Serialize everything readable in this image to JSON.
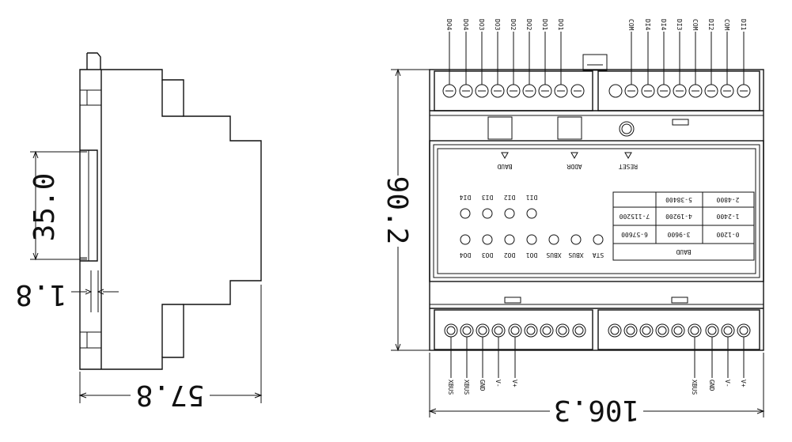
{
  "dimensions": {
    "side_width": "57.8",
    "rail_width": "35.0",
    "rail_step": "1.8",
    "front_height": "90.2",
    "front_width": "106.3"
  },
  "top_left_terminals": [
    "DO4",
    "DO4",
    "DO3",
    "DO3",
    "DO2",
    "DO2",
    "DO1",
    "DO1"
  ],
  "top_right_terminals": [
    "COM",
    "DI4",
    "DI4",
    "DI3",
    "COM",
    "DI2",
    "COM",
    "DI1"
  ],
  "bottom_left_terminals": [
    "XBUS",
    "XBUS",
    "GND",
    "V-",
    "V+"
  ],
  "bottom_right_terminals": [
    "XBUS",
    "GND",
    "V-",
    "V+"
  ],
  "front_buttons": [
    "BAUD",
    "ADDR",
    "RESET"
  ],
  "leds_top_labels": [
    "DI4",
    "DI3",
    "DI2",
    "DI1"
  ],
  "leds_bottom_labels": [
    "DO4",
    "DO3",
    "DO2",
    "DO1",
    "XBUS",
    "XBUS",
    "STA"
  ],
  "baud_table": {
    "header": "BAUD",
    "rows": [
      [
        "2-4800",
        "5-38400",
        ""
      ],
      [
        "1-2400",
        "4-19200",
        "7-115200"
      ],
      [
        "0-1200",
        "3-9600",
        "6-57600"
      ]
    ]
  }
}
